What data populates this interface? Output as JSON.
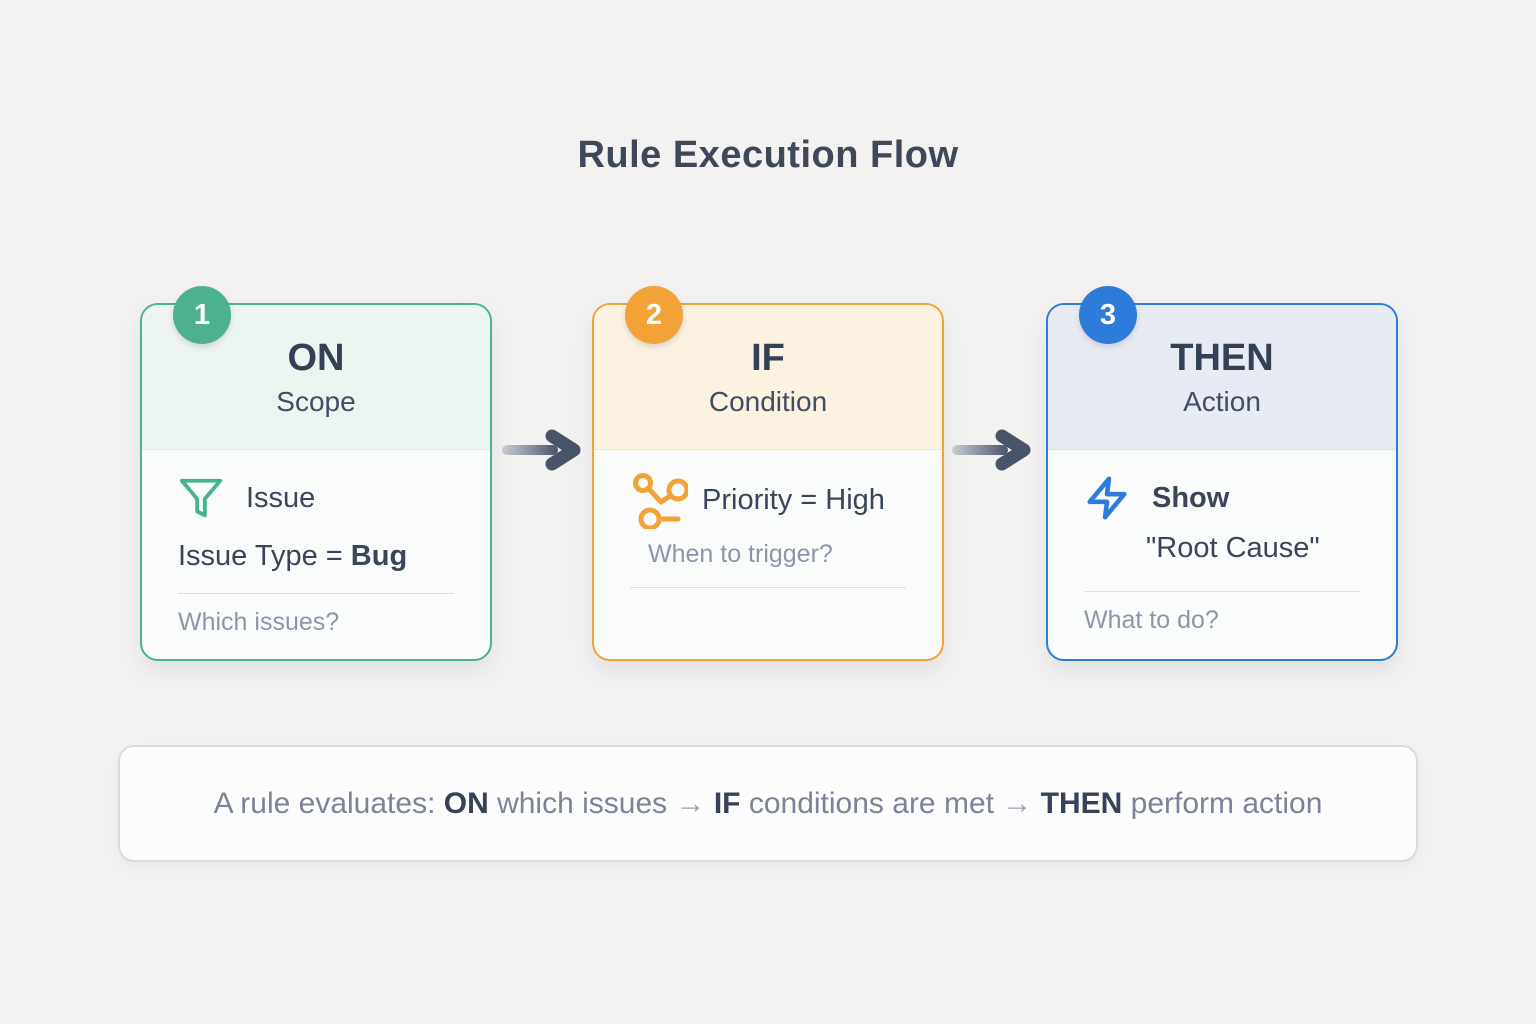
{
  "title": "Rule Execution Flow",
  "palette": {
    "page_bg": "#f4f2f1",
    "green_accent": "#4db18d",
    "orange_accent": "#f2a237",
    "blue_accent": "#2e7cd9",
    "dark_text": "#344054",
    "gray_text": "#8d96a8",
    "arrow": "#4a5468"
  },
  "cards": [
    {
      "number": "1",
      "keyword": "ON",
      "subtitle": "Scope",
      "icon": "filter-icon",
      "accent": "#4db18d",
      "row1": "Issue",
      "row2_normal": "Issue Type = ",
      "row2_bold": "Bug",
      "hint": "Which issues?"
    },
    {
      "number": "2",
      "keyword": "IF",
      "subtitle": "Condition",
      "icon": "branch-icon",
      "accent": "#f2a237",
      "row1": "Priority = High",
      "hint": "When to trigger?"
    },
    {
      "number": "3",
      "keyword": "THEN",
      "subtitle": "Action",
      "icon": "lightning-icon",
      "accent": "#2e7cd9",
      "row1": "Show",
      "row2": "\"Root Cause\"",
      "hint": "What to do?"
    }
  ],
  "summary": {
    "lead": "A rule evaluates: ",
    "on": "ON",
    "mid1": " which issues ",
    "arrow1": "→",
    "if": " IF",
    "mid2": " conditions are met ",
    "arrow2": "→",
    "then": " THEN",
    "tail": " perform action"
  }
}
